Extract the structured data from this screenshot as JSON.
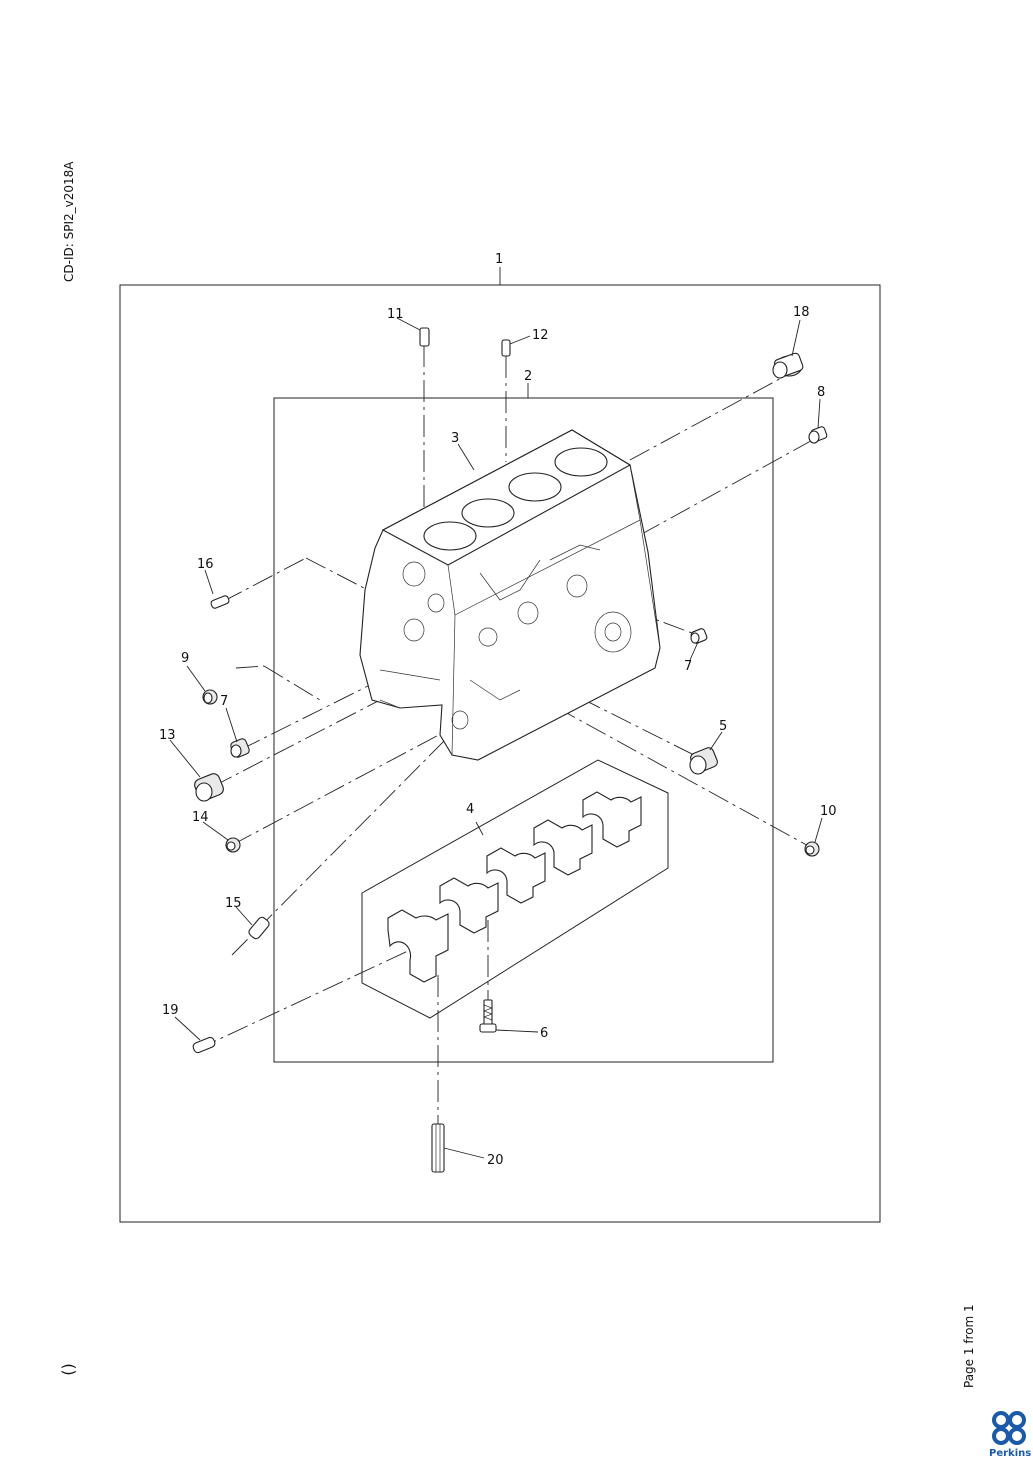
{
  "header": {
    "cd_id": "CD-ID: SPI2_v2018A"
  },
  "footer": {
    "page_info": "Page 1 from 1",
    "paren": "()",
    "brand": "Perkins"
  },
  "colors": {
    "logo_blue": "#1b5aa6",
    "line": "#222222"
  },
  "callouts": {
    "c1": "1",
    "c2": "2",
    "c3": "3",
    "c4": "4",
    "c5": "5",
    "c6": "6",
    "c7a": "7",
    "c7b": "7",
    "c8": "8",
    "c9": "9",
    "c10": "10",
    "c11": "11",
    "c12": "12",
    "c13": "13",
    "c14": "14",
    "c15": "15",
    "c16": "16",
    "c18": "18",
    "c19": "19",
    "c20": "20"
  }
}
